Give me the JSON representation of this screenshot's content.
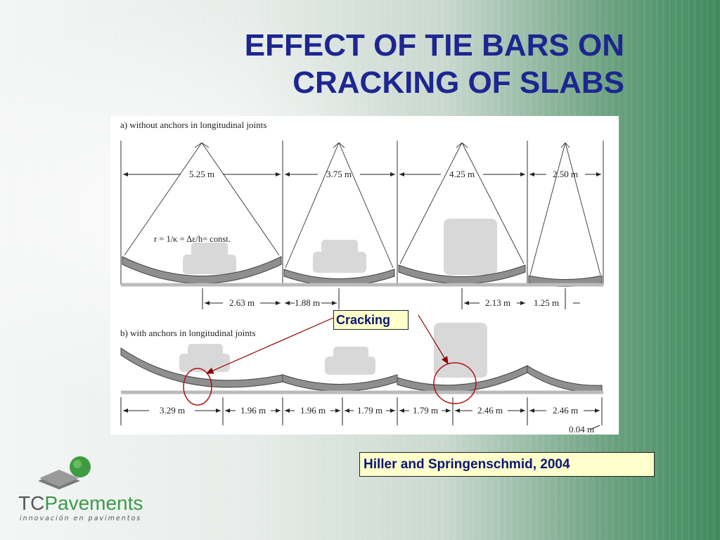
{
  "title": {
    "line1": "EFFECT OF TIE BARS ON",
    "line2": "CRACKING OF SLABS"
  },
  "figure": {
    "panel_a": {
      "label": "a) without anchors in longitudinal joints",
      "top_dims": [
        "5.25 m",
        "3.75 m",
        "4.25 m",
        "2.50 m"
      ],
      "formula": "r = 1/κ = Δε/h= const.",
      "bottom_dims": [
        "2.63 m",
        "1.88 m",
        "2.13 m",
        "1.25 m"
      ]
    },
    "panel_b": {
      "label": "b) with anchors in longitudinal joints",
      "bottom_dims": [
        "3.29 m",
        "1.96 m",
        "1.96 m",
        "1.79 m",
        "1.79 m",
        "2.46 m",
        "2.46 m"
      ],
      "gap_dim": "0.04 m"
    }
  },
  "callouts": {
    "cracking": "Cracking",
    "citation": "Hiller and Springenschmid, 2004"
  },
  "logo": {
    "name_prefix": "TC",
    "name_suffix": "Pavements",
    "tagline": "innovación en pavimentos"
  },
  "colors": {
    "title": "#1d2690",
    "callout_bg": "#ffffcc",
    "arrow": "#8b0000",
    "logo_green": "#3a9a49"
  }
}
